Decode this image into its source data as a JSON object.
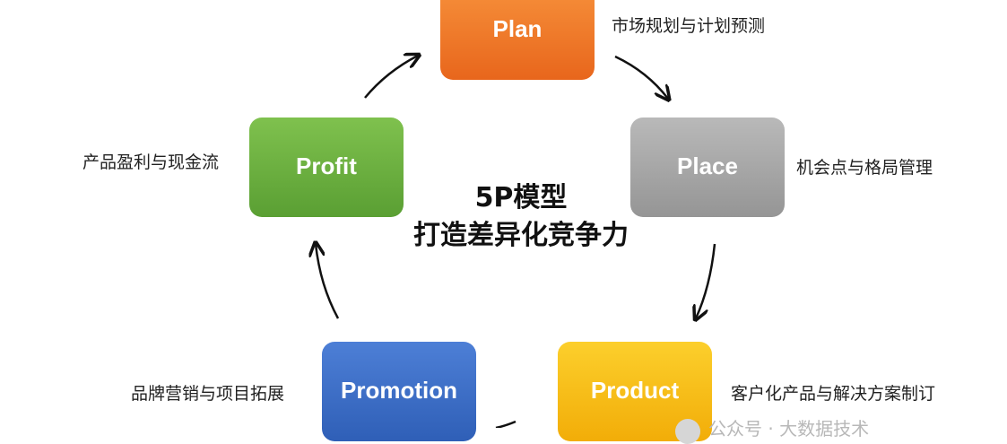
{
  "diagram": {
    "center_title": [
      "5P模型",
      "打造差异化竞争力"
    ],
    "nodes": {
      "plan": {
        "label": "Plan",
        "desc": "市场规划与计划预测",
        "color": "#ee7626"
      },
      "place": {
        "label": "Place",
        "desc": "机会点与格局管理",
        "color": "#a6a6a6"
      },
      "product": {
        "label": "Product",
        "desc": "客户化产品与解决方案制订",
        "color": "#f7bd17"
      },
      "promotion": {
        "label": "Promotion",
        "desc": "品牌营销与项目拓展",
        "color": "#3c6ec6"
      },
      "profit": {
        "label": "Profit",
        "desc": "产品盈利与现金流",
        "color": "#6cb041"
      }
    },
    "flow": [
      "plan",
      "place",
      "product",
      "promotion",
      "profit",
      "plan"
    ]
  },
  "watermark": {
    "text": "公众号 · 大数据技术"
  }
}
